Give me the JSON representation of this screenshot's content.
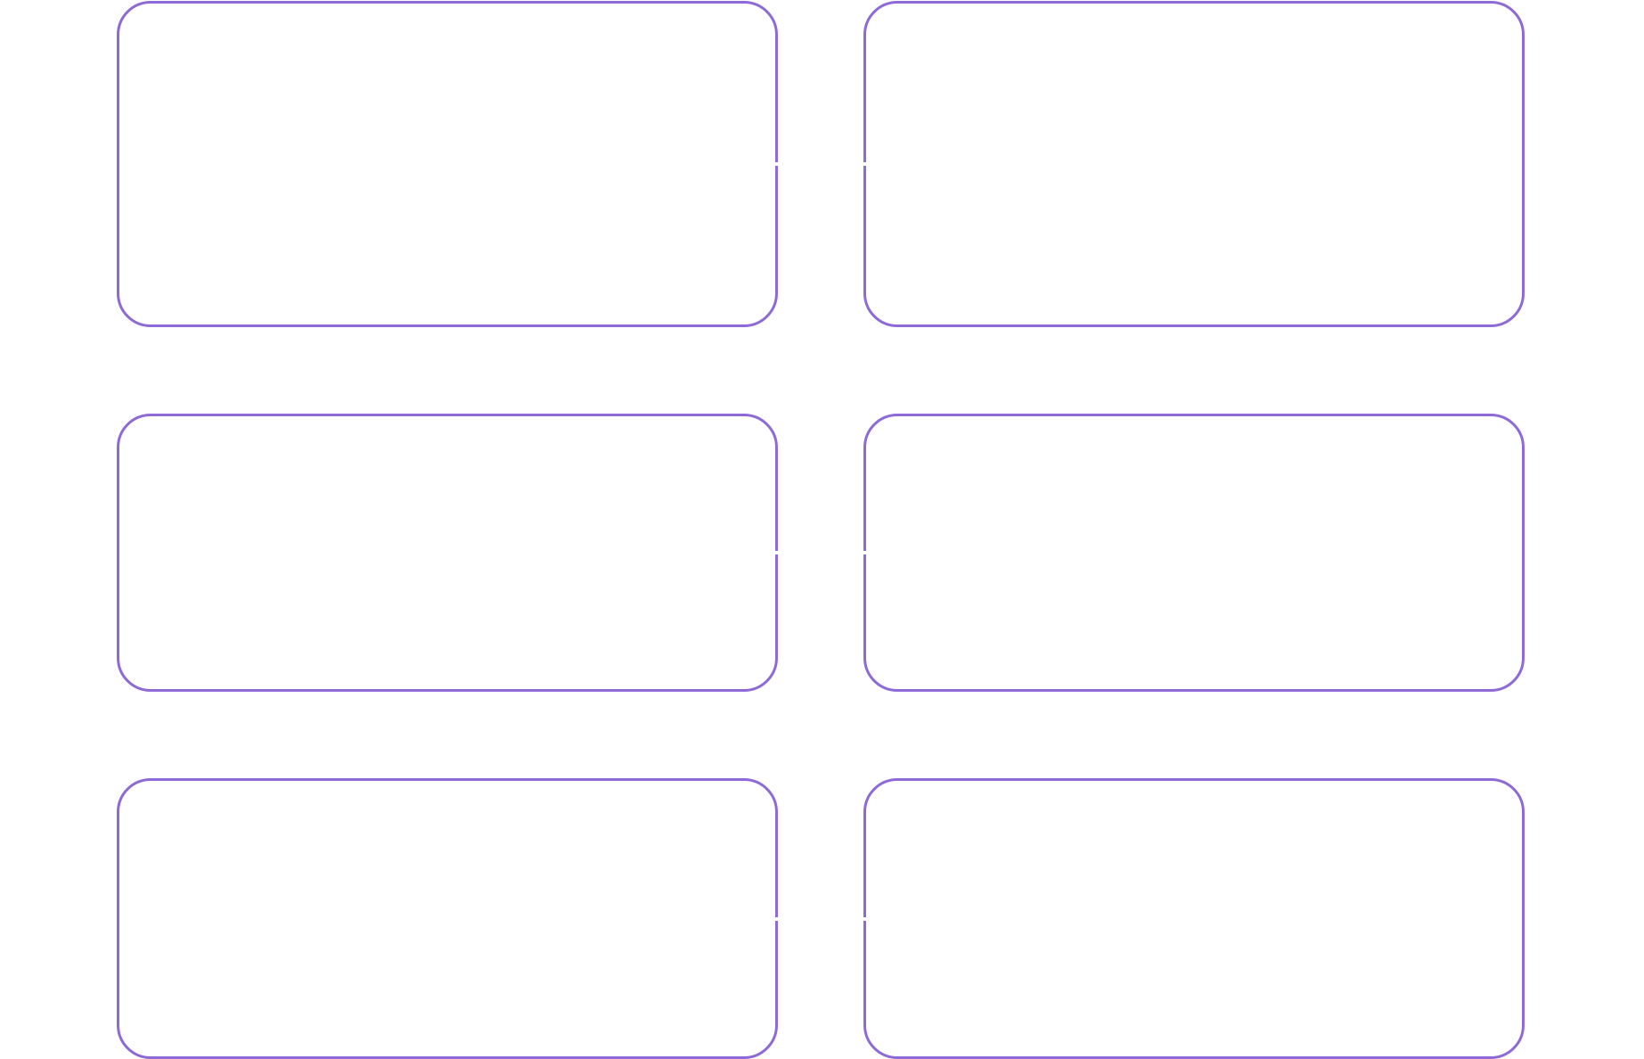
{
  "diagram": {
    "type": "box-grid",
    "border_color": "#8E6AD8",
    "background": "#FFFFFF",
    "rows": 3,
    "columns": 2,
    "boxes": [
      {
        "id": "box-1",
        "row": 1,
        "col": 1,
        "label": ""
      },
      {
        "id": "box-2",
        "row": 1,
        "col": 2,
        "label": ""
      },
      {
        "id": "box-3",
        "row": 2,
        "col": 1,
        "label": ""
      },
      {
        "id": "box-4",
        "row": 2,
        "col": 2,
        "label": ""
      },
      {
        "id": "box-5",
        "row": 3,
        "col": 1,
        "label": ""
      },
      {
        "id": "box-6",
        "row": 3,
        "col": 2,
        "label": ""
      }
    ]
  }
}
